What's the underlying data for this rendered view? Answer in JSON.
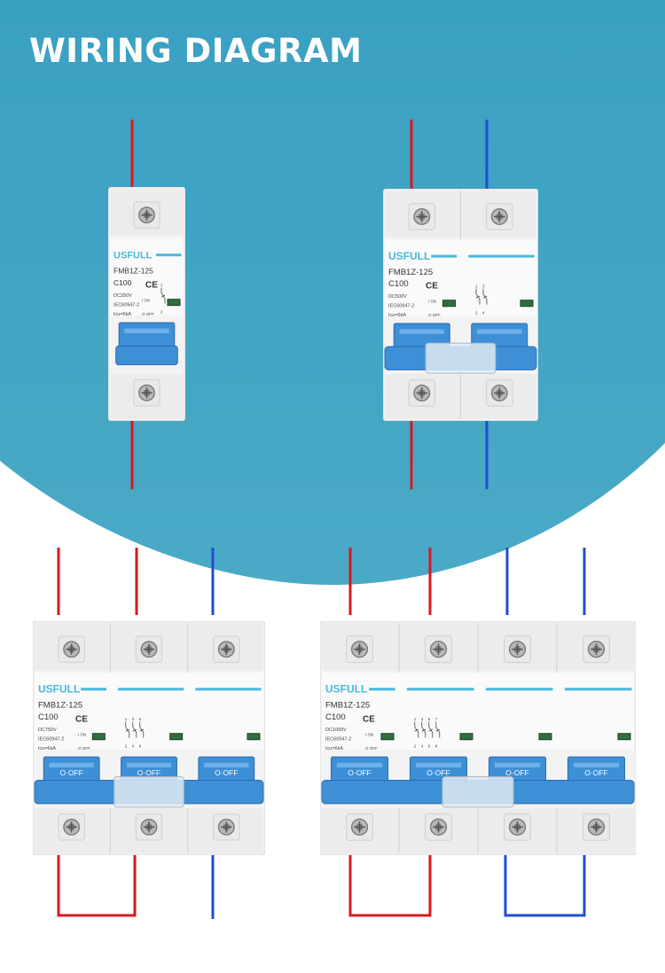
{
  "header": {
    "title": "WIRING DIAGRAM"
  },
  "colors": {
    "background": "#3aa0c2",
    "live_wire": "#d71920",
    "neutral_wire": "#1f4ed1",
    "handle": "#3d8fd6",
    "brand": "#49b8dc"
  },
  "breakers": [
    {
      "poles": 1,
      "brand": "USFULL",
      "model": "FMB1Z-125",
      "rating": "C100",
      "voltage": "DC250V",
      "standard": "IEC60947-2",
      "icu": "Icu=6kA",
      "on": "I ON",
      "off": "O OFF",
      "terminals": [
        "1",
        "2"
      ]
    },
    {
      "poles": 2,
      "brand": "USFULL",
      "model": "FMB1Z-125",
      "rating": "C100",
      "voltage": "DC500V",
      "standard": "IEC60947-2",
      "icu": "Icu=6kA",
      "on": "I ON",
      "off": "O OFF",
      "terminals": [
        "1",
        "3",
        "2",
        "4"
      ]
    },
    {
      "poles": 3,
      "brand": "USFULL",
      "model": "FMB1Z-125",
      "rating": "C100",
      "voltage": "DC750V",
      "standard": "IEC60947-2",
      "icu": "Icu=6kA",
      "on": "I ON",
      "off": "O OFF",
      "handle_label": "O·OFF",
      "terminals": [
        "1",
        "3",
        "5",
        "2",
        "4",
        "6"
      ]
    },
    {
      "poles": 4,
      "brand": "USFULL",
      "model": "FMB1Z-125",
      "rating": "C100",
      "voltage": "DC1000V",
      "standard": "IEC60947-2",
      "icu": "Icu=6kA",
      "on": "I ON",
      "off": "O OFF",
      "handle_label": "O·OFF",
      "terminals": [
        "1",
        "3",
        "5",
        "7",
        "2",
        "4",
        "6",
        "8"
      ]
    }
  ]
}
